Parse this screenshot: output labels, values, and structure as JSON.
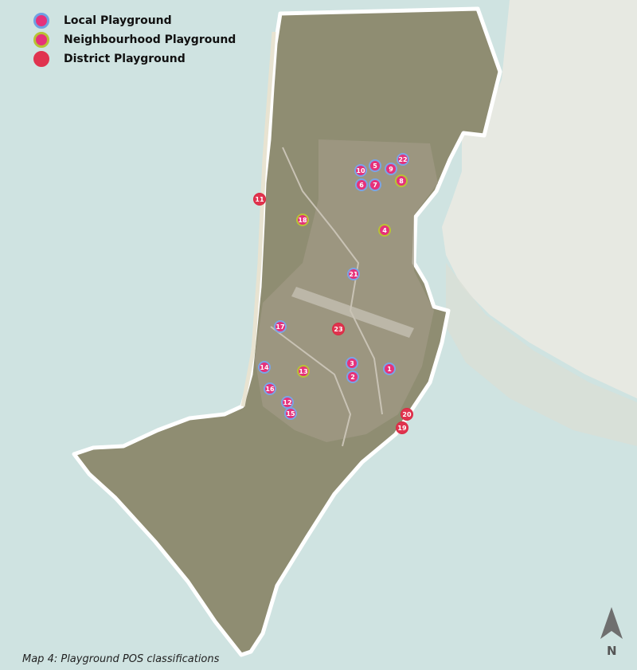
{
  "legend": {
    "local": "Local Playground",
    "neighbourhood": "Neighbourhood Playground",
    "district": "District Playground"
  },
  "caption": "Map 4: Playground POS classifications",
  "north_label": "N",
  "colors": {
    "marker_fill": "#e6317a",
    "local_ring": "#7ba4e6",
    "neighbourhood_ring": "#b9c334",
    "district_fill": "#e0334f",
    "boundary": "#ffffff",
    "sea": "#cfe3e1"
  },
  "playgrounds": [
    {
      "label": "1",
      "class": "local"
    },
    {
      "label": "2",
      "class": "local"
    },
    {
      "label": "3",
      "class": "local"
    },
    {
      "label": "4",
      "class": "neighbourhood"
    },
    {
      "label": "5",
      "class": "local"
    },
    {
      "label": "6",
      "class": "local"
    },
    {
      "label": "7",
      "class": "local"
    },
    {
      "label": "8",
      "class": "neighbourhood"
    },
    {
      "label": "9",
      "class": "local"
    },
    {
      "label": "10",
      "class": "local"
    },
    {
      "label": "11",
      "class": "district"
    },
    {
      "label": "12",
      "class": "local"
    },
    {
      "label": "13",
      "class": "neighbourhood"
    },
    {
      "label": "14",
      "class": "local"
    },
    {
      "label": "15",
      "class": "local"
    },
    {
      "label": "16",
      "class": "local"
    },
    {
      "label": "17",
      "class": "local"
    },
    {
      "label": "18",
      "class": "neighbourhood"
    },
    {
      "label": "19",
      "class": "district"
    },
    {
      "label": "20",
      "class": "district"
    },
    {
      "label": "21",
      "class": "local"
    },
    {
      "label": "22",
      "class": "local"
    },
    {
      "label": "23",
      "class": "district"
    }
  ]
}
